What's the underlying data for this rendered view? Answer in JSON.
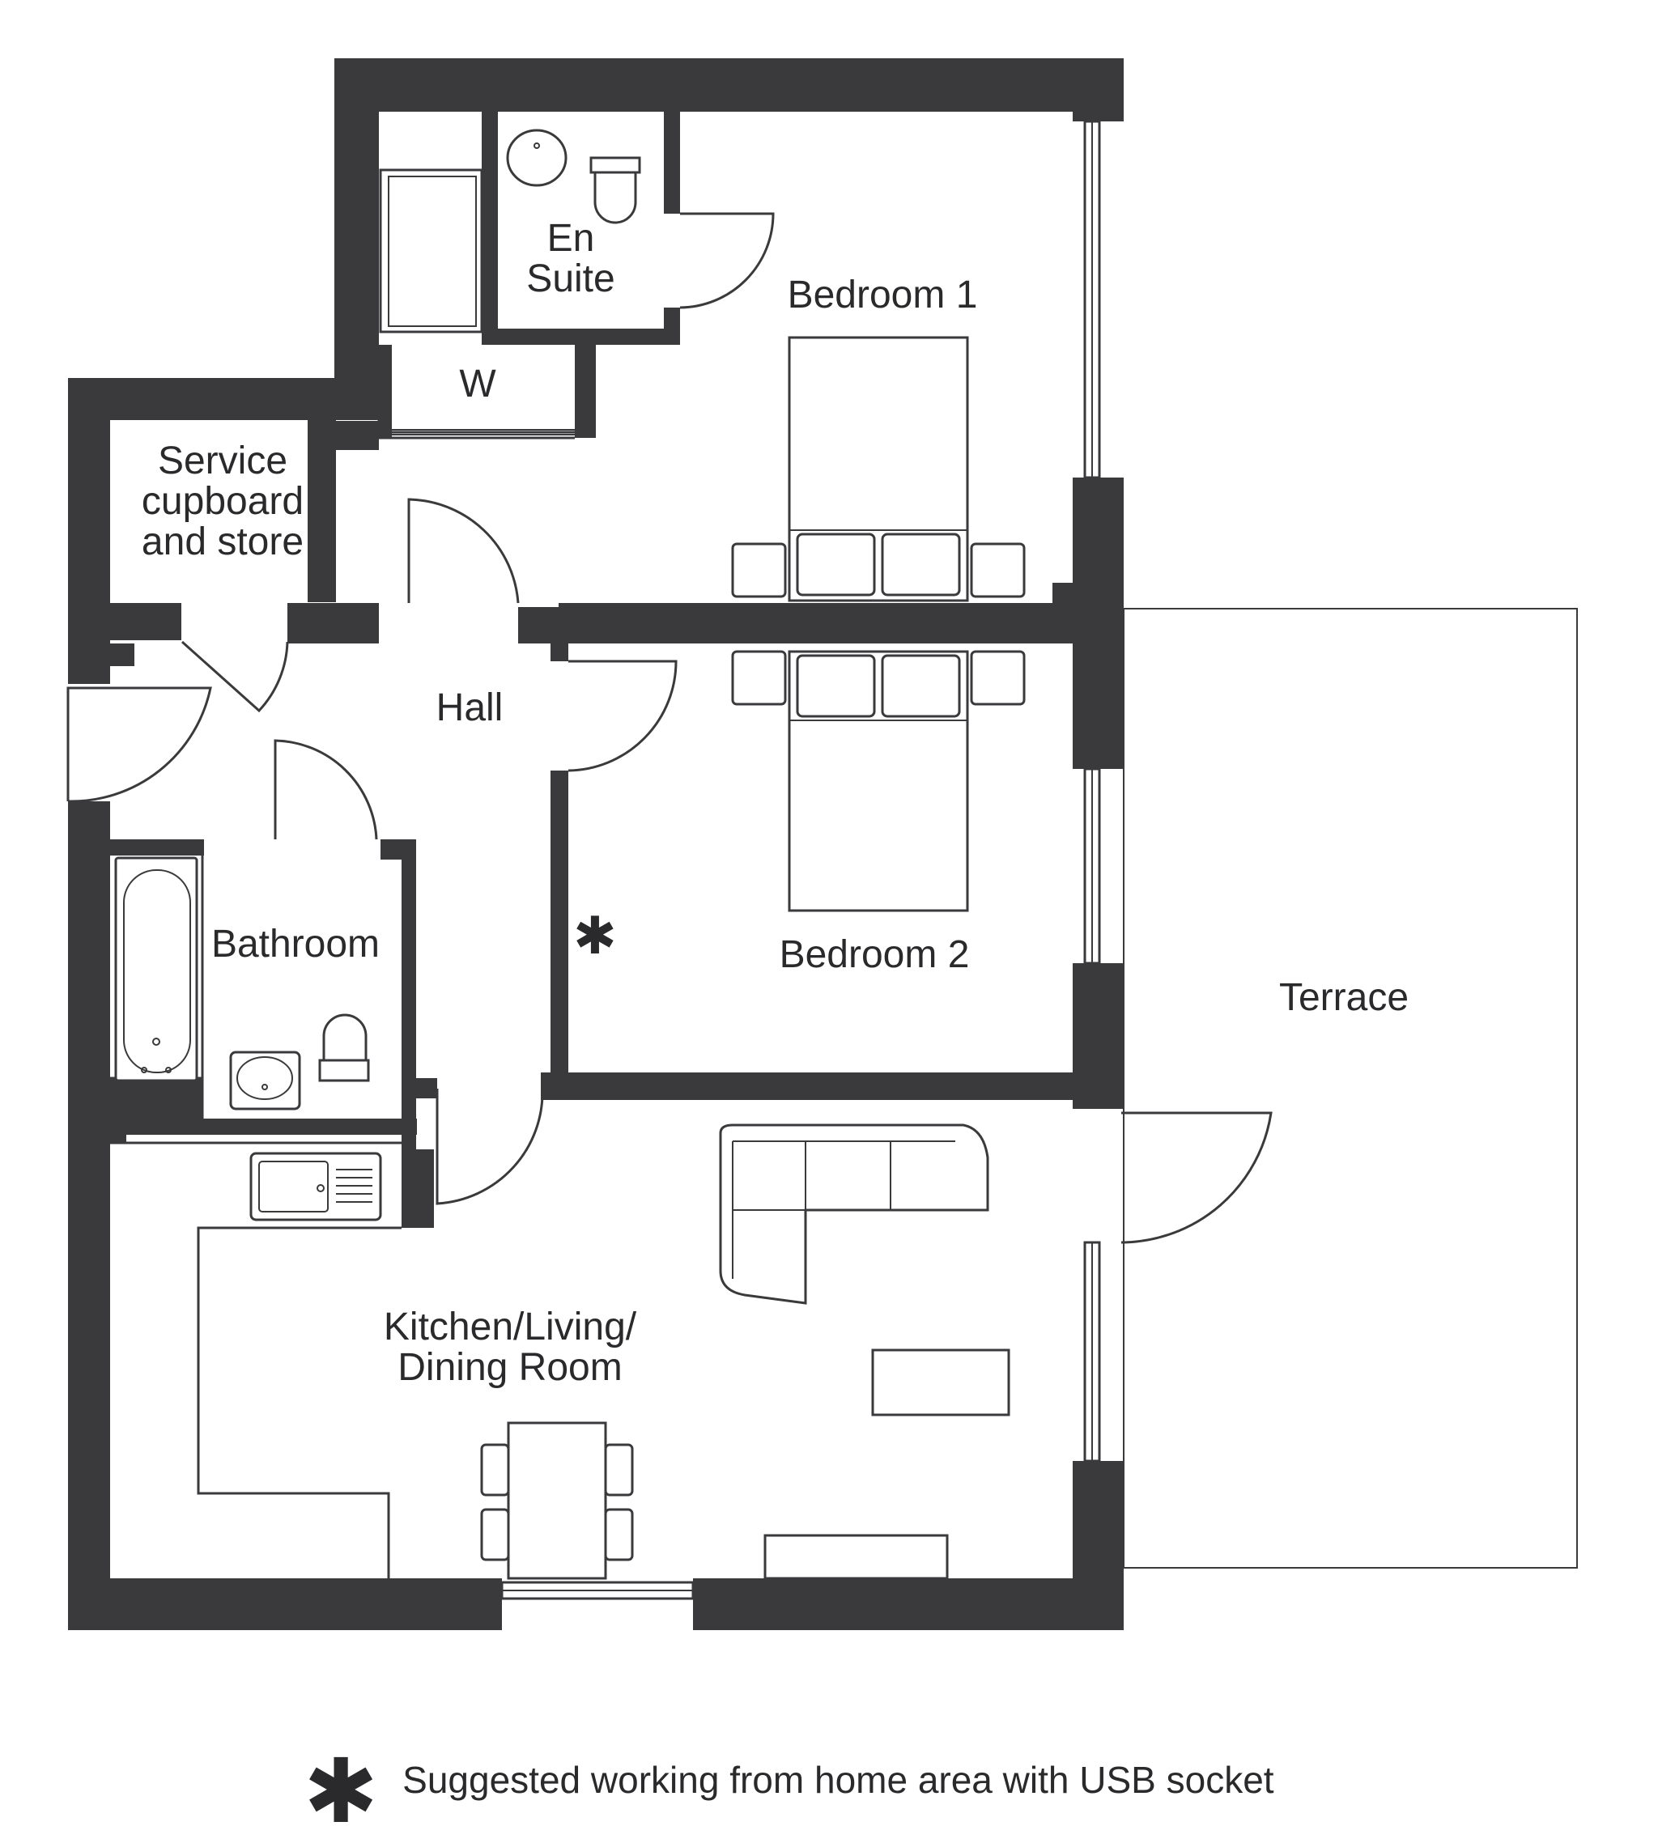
{
  "rooms": {
    "en_suite": "En\nSuite",
    "bedroom1": "Bedroom 1",
    "wardrobe": "W",
    "service": "Service\ncupboard\nand store",
    "hall": "Hall",
    "bathroom": "Bathroom",
    "bedroom2": "Bedroom 2",
    "terrace": "Terrace",
    "kitchen": "Kitchen/Living/\nDining Room"
  },
  "legend": {
    "symbol": "✱",
    "text": "Suggested working from home area with USB socket"
  },
  "colors": {
    "wall": "#3a3a3c",
    "background": "#ffffff"
  }
}
